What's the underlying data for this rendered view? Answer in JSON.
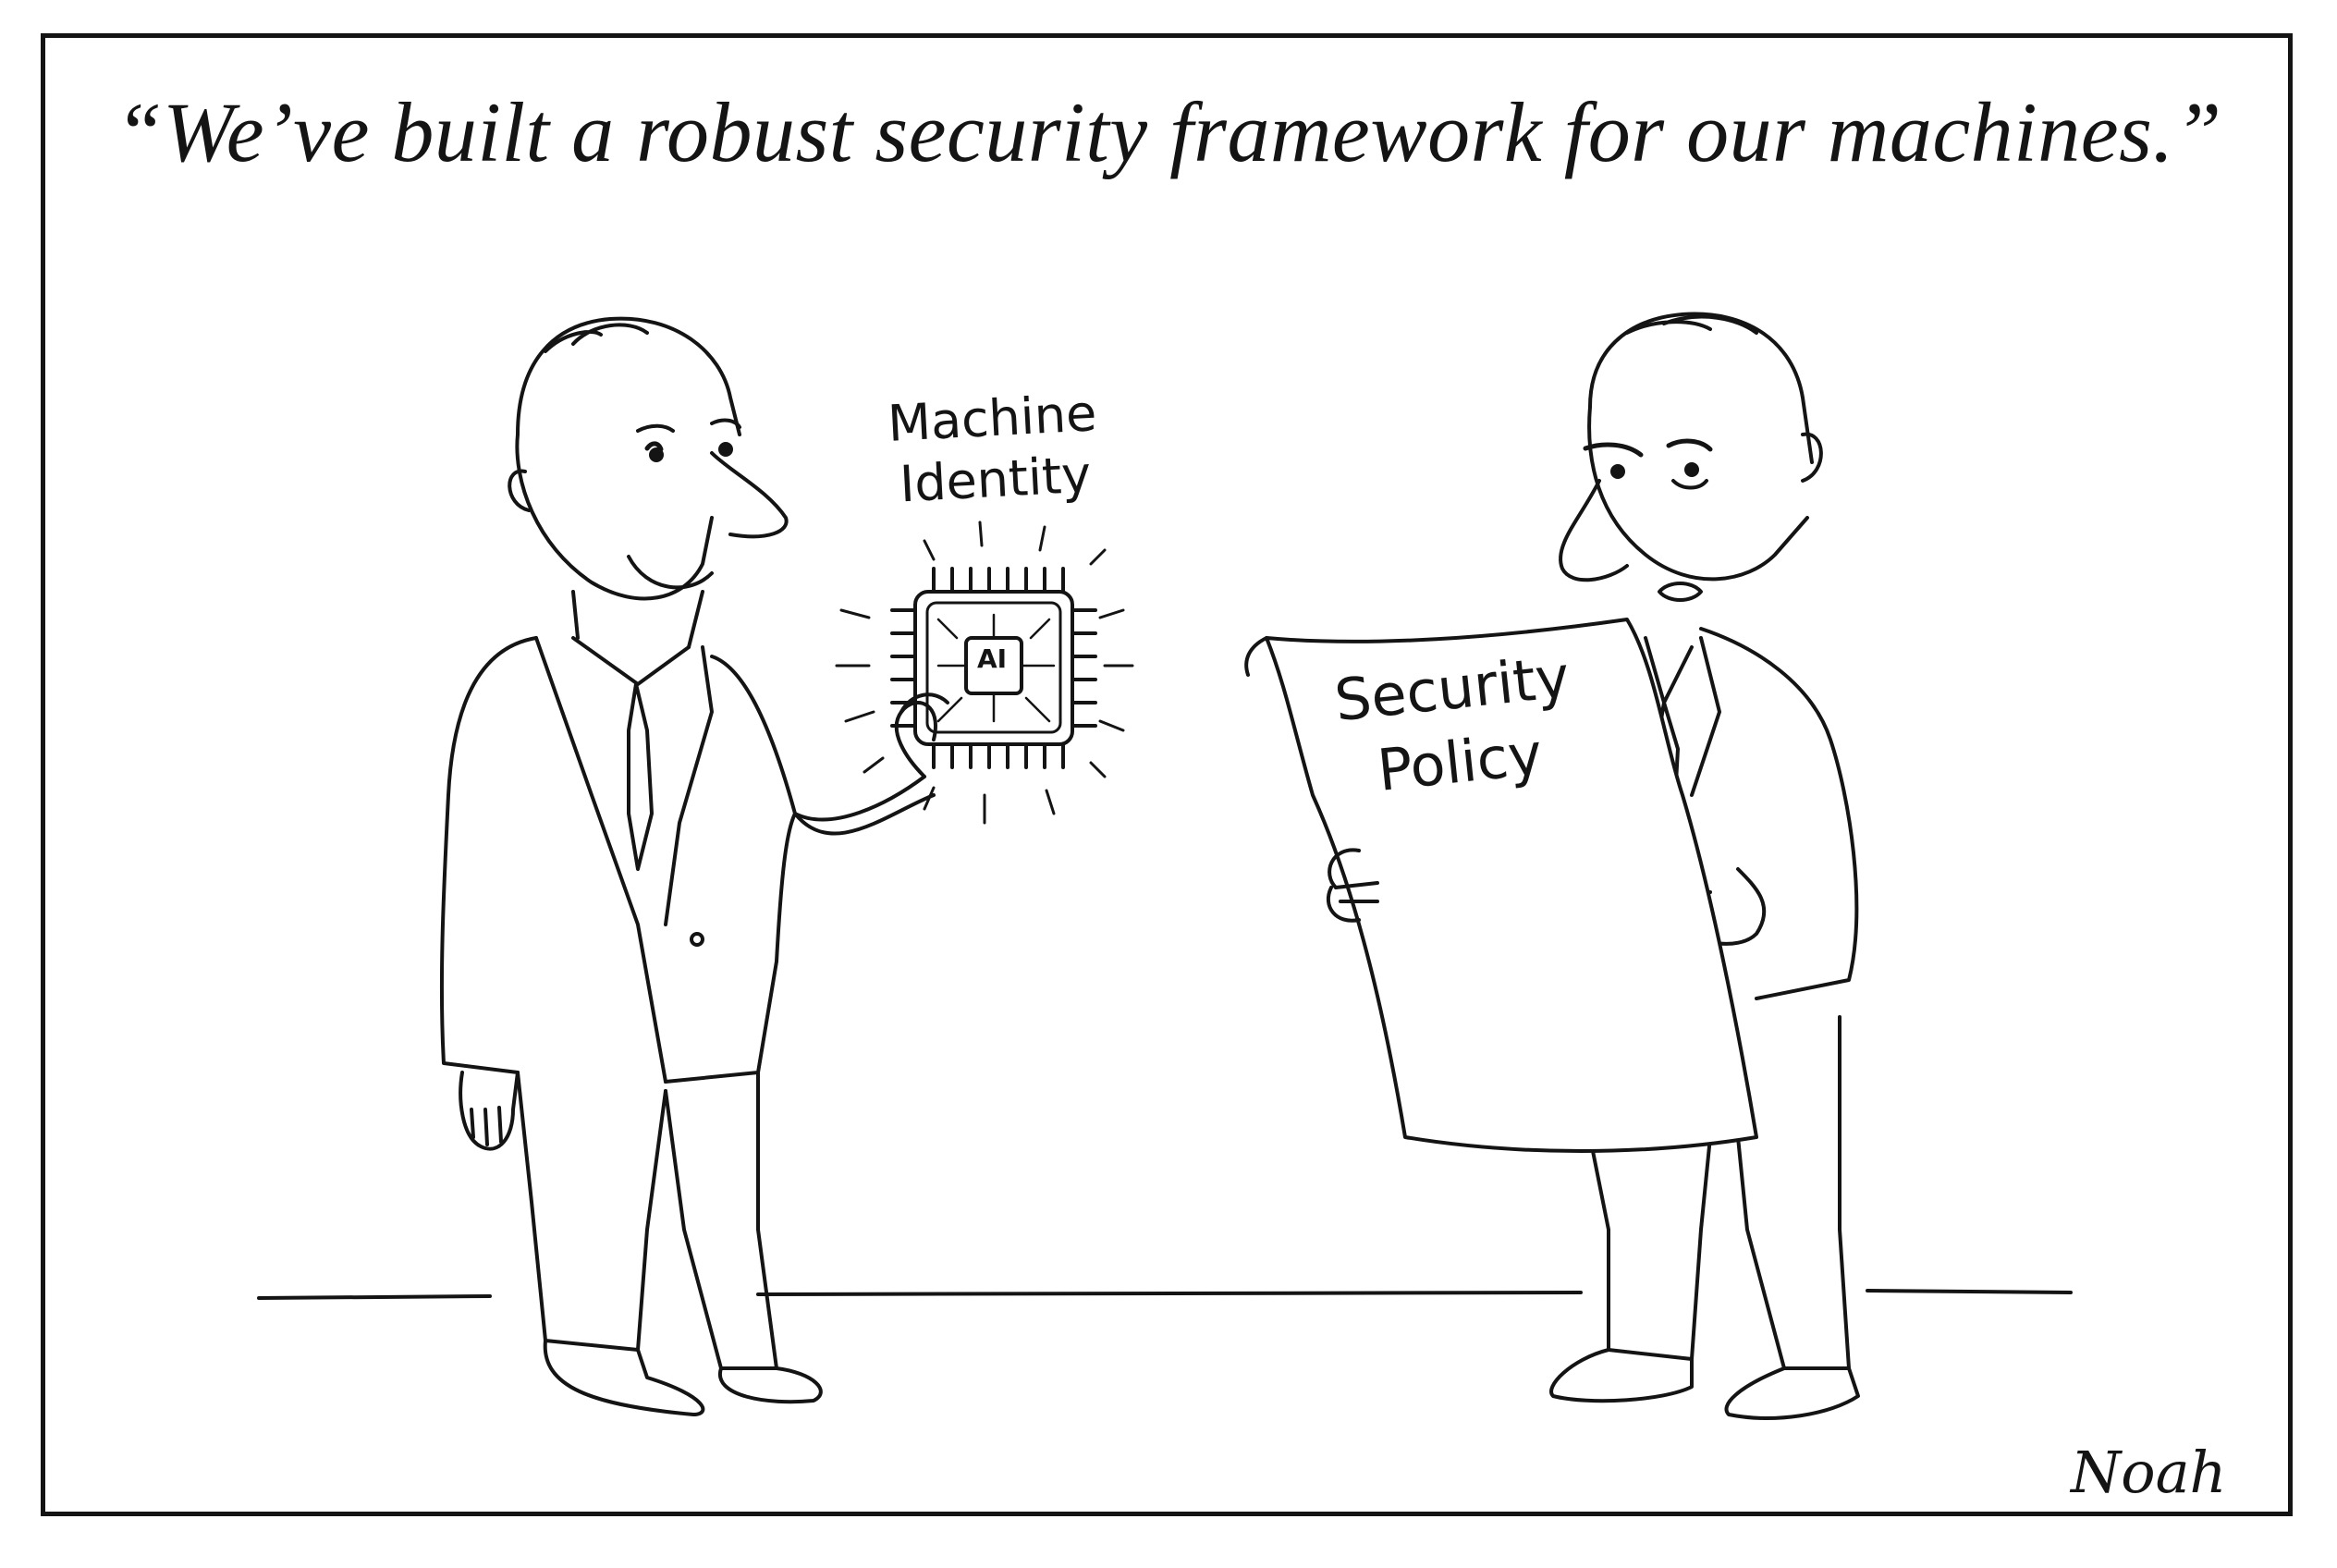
{
  "cartoon": {
    "caption": "“We’ve built a robust security framework for our machines.”",
    "chip_label": "Machine\nIdentity",
    "chip_text": "AI",
    "document_label": "Security\nPolicy",
    "signature": "Noah"
  }
}
